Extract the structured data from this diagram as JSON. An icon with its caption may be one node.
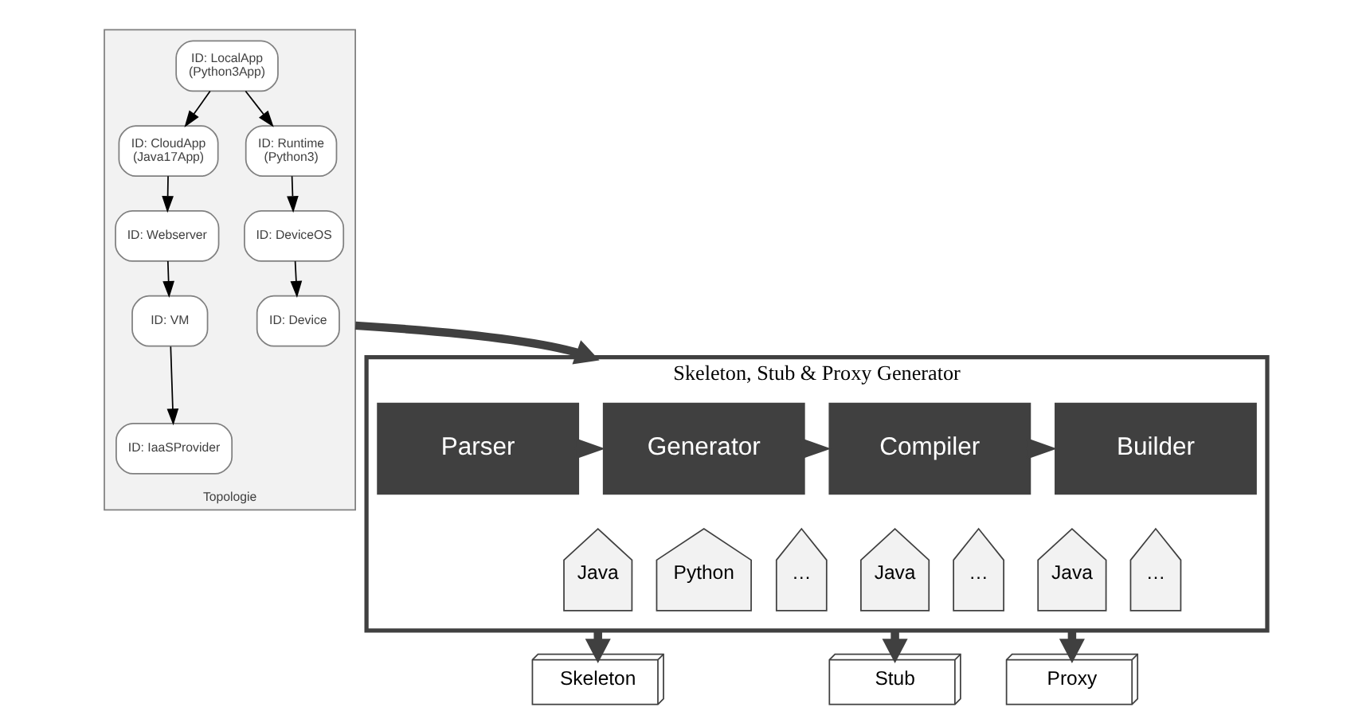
{
  "diagram": {
    "nodes": [
      {
        "text": [
          "Topologie"
        ]
      },
      {
        "text": [
          "ID: CloudApp",
          "(Java17App)"
        ],
        "in": 0
      },
      {
        "text": [
          "ID: Webserver"
        ],
        "in": 0
      },
      {
        "text": [
          "ID: VM"
        ],
        "in": 0
      },
      {
        "text": [
          "ID: IaaSProvider"
        ],
        "in": 0
      },
      {
        "text": [
          "ID: LocalApp",
          "(Python3App)"
        ],
        "in": 0
      },
      {
        "text": [
          "ID: Runtime",
          "(Python3)"
        ],
        "in": 0
      },
      {
        "text": [
          "ID: DeviceOS"
        ],
        "in": 0
      },
      {
        "text": [
          "ID: Device"
        ],
        "in": 0
      },
      {
        "text": [
          "Skeleton, Stub & Proxy Generator"
        ]
      },
      {
        "text": [
          "Parser"
        ],
        "in": 9
      },
      {
        "text": [
          "Generator"
        ],
        "in": 9
      },
      {
        "text": [
          "Compiler"
        ],
        "in": 9
      },
      {
        "text": [
          "Builder"
        ],
        "in": 9
      },
      {
        "text": [
          "Java"
        ],
        "in": 9
      },
      {
        "text": [
          "Python"
        ],
        "in": 9
      },
      {
        "text": [
          "…"
        ],
        "in": 9
      },
      {
        "text": [
          "Java"
        ],
        "in": 9
      },
      {
        "text": [
          "…"
        ],
        "in": 9
      },
      {
        "text": [
          "Java"
        ],
        "in": 9
      },
      {
        "text": [
          "…"
        ],
        "in": 9
      },
      {
        "text": [
          "Skeleton"
        ]
      },
      {
        "text": [
          "Stub"
        ]
      },
      {
        "text": [
          "Proxy"
        ]
      }
    ],
    "edges": [
      {
        "from": 5,
        "to": 1,
        "arrow": "to"
      },
      {
        "from": 1,
        "to": 2,
        "arrow": "to"
      },
      {
        "from": 2,
        "to": 3,
        "arrow": "to"
      },
      {
        "from": 3,
        "to": 4,
        "arrow": "to"
      },
      {
        "from": 5,
        "to": 6,
        "arrow": "to"
      },
      {
        "from": 6,
        "to": 7,
        "arrow": "to"
      },
      {
        "from": 7,
        "to": 8,
        "arrow": "to"
      },
      {
        "from": 0,
        "to": 9,
        "arrow": "to",
        "style": "thick"
      },
      {
        "from": 10,
        "to": 11,
        "arrow": "to"
      },
      {
        "from": 11,
        "to": 12,
        "arrow": "to"
      },
      {
        "from": 12,
        "to": 13,
        "arrow": "to"
      },
      {
        "from": 9,
        "to": 21,
        "arrow": "to",
        "style": "thick"
      },
      {
        "from": 9,
        "to": 22,
        "arrow": "to",
        "style": "thick"
      },
      {
        "from": 9,
        "to": 23,
        "arrow": "to",
        "style": "thick"
      }
    ]
  }
}
